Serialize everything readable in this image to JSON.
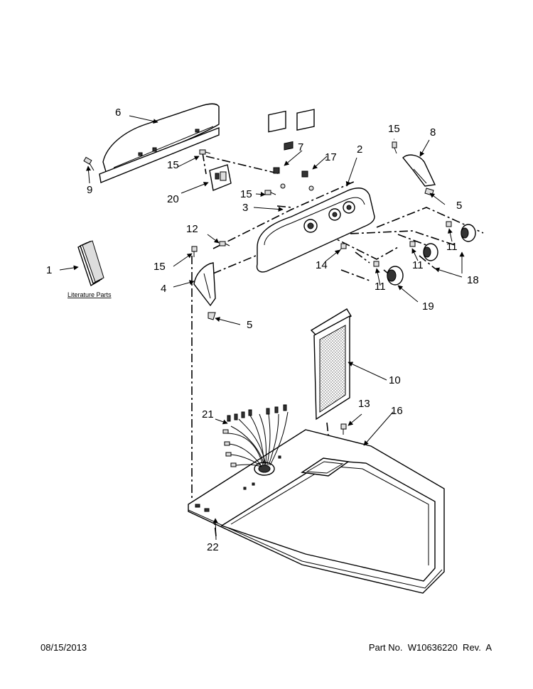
{
  "callouts": {
    "c1": "1",
    "c2": "2",
    "c3": "3",
    "c4": "4",
    "c5a": "5",
    "c5b": "5",
    "c6": "6",
    "c7": "7",
    "c8": "8",
    "c9": "9",
    "c10": "10",
    "c11a": "11",
    "c11b": "11",
    "c11c": "11",
    "c12": "12",
    "c13": "13",
    "c14": "14",
    "c15a": "15",
    "c15b": "15",
    "c15c": "15",
    "c15d": "15",
    "c16": "16",
    "c17": "17",
    "c18": "18",
    "c19": "19",
    "c20": "20",
    "c21": "21",
    "c22": "22"
  },
  "literature_label": "Literature Parts",
  "footer": {
    "date": "08/15/2013",
    "part": "Part No.  W10636220  Rev.  A"
  }
}
